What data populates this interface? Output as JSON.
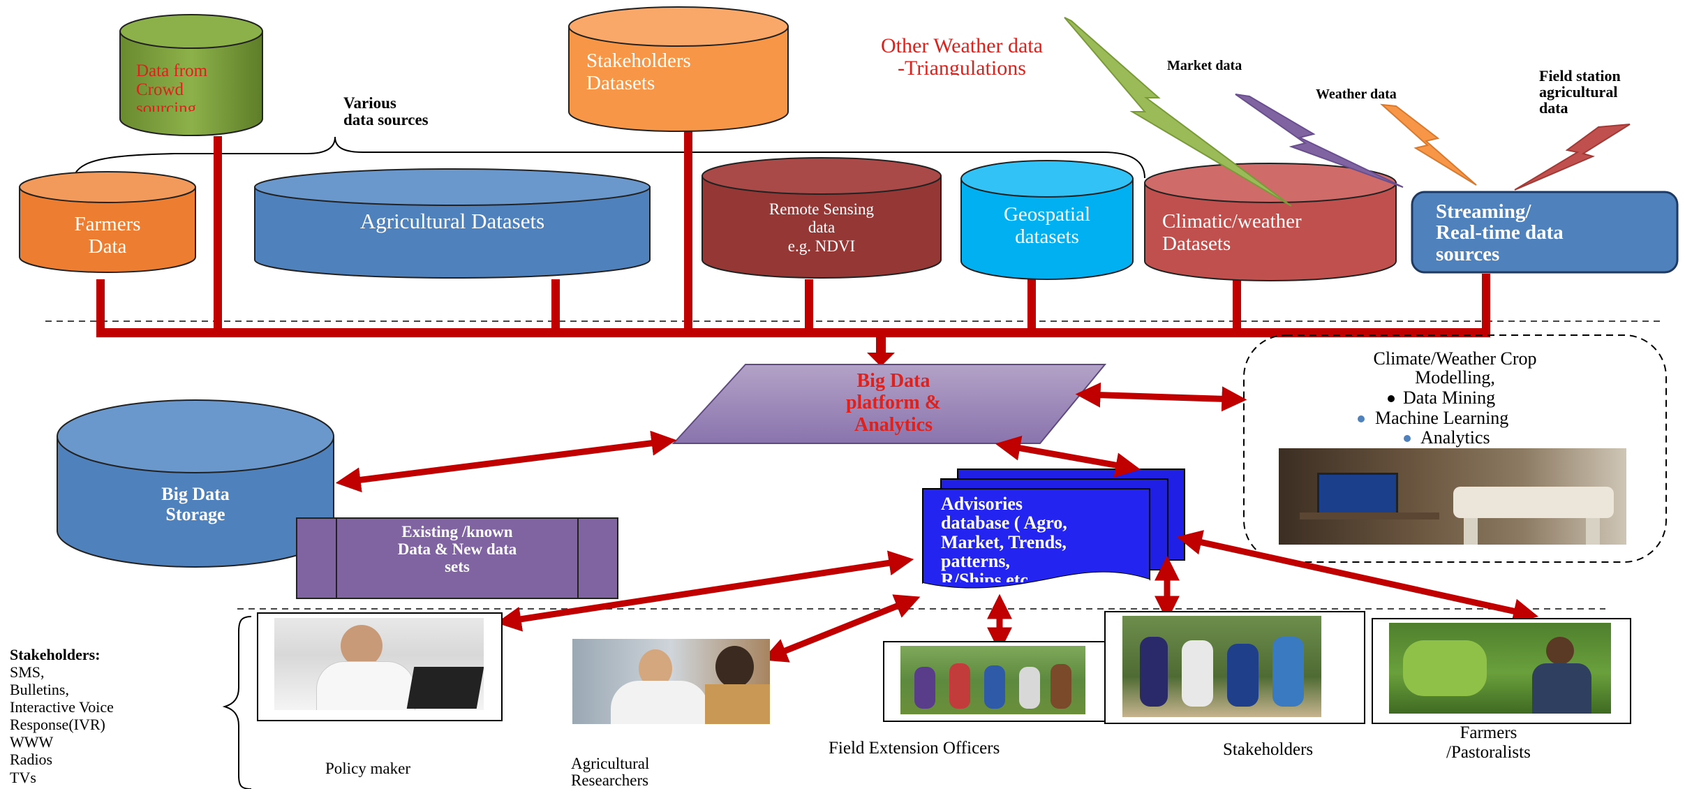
{
  "sources": {
    "crowd": [
      "Data from",
      "Crowd",
      "sourcing"
    ],
    "stakeholders_ds": [
      "Stakeholders",
      "Datasets"
    ],
    "various": [
      "Various",
      "data sources"
    ],
    "farmers": [
      "Farmers",
      "Data"
    ],
    "agri": "Agricultural Datasets",
    "remote": [
      "Remote Sensing",
      "data",
      "e.g.  NDVI"
    ],
    "geo": [
      "Geospatial",
      "datasets"
    ],
    "climatic": [
      "Climatic/weather",
      "Datasets"
    ],
    "streaming": [
      "Streaming/",
      "Real-time data",
      "sources"
    ]
  },
  "feeds": {
    "other_weather": [
      "Other Weather data",
      "-Triangulations"
    ],
    "market": "Market data",
    "weather": "Weather data",
    "field_station": [
      "Field station",
      "agricultural",
      "data"
    ]
  },
  "platform": [
    "Big Data",
    "platform &",
    "Analytics"
  ],
  "modelling": {
    "title": [
      "Climate/Weather Crop",
      "Modelling,"
    ],
    "bullets": [
      "Data Mining",
      "Machine Learning",
      "Analytics"
    ]
  },
  "storage": [
    "Big Data",
    "Storage"
  ],
  "existing": [
    "Existing /known",
    "Data & New data",
    "sets"
  ],
  "advisories": [
    "Advisories",
    "database ( Agro,",
    "Market, Trends,",
    "patterns,",
    "R/Ships etc"
  ],
  "channels": {
    "title": "Stakeholders:",
    "items": [
      "SMS,",
      "Bulletins,",
      "Interactive Voice",
      "Response(IVR)",
      "WWW",
      "Radios",
      "TVs"
    ]
  },
  "audience": {
    "policy": "Policy maker",
    "researchers": [
      "Agricultural",
      "Researchers"
    ],
    "extension": "Field Extension Officers",
    "stakeholders": "Stakeholders",
    "farmers": [
      "Farmers",
      "/Pastoralists"
    ]
  },
  "colors": {
    "connector": "#c00000",
    "crowd": "#77933c",
    "stakeholders_ds": "#f79646",
    "farmers": "#ed7d31",
    "agri": "#4f81bd",
    "remote": "#953735",
    "geo": "#00b0f0",
    "climatic": "#c0504d",
    "streaming": "#4f81bd",
    "platform": "#8064a2",
    "existing": "#8064a2",
    "advisories": "#1f1fe6"
  }
}
